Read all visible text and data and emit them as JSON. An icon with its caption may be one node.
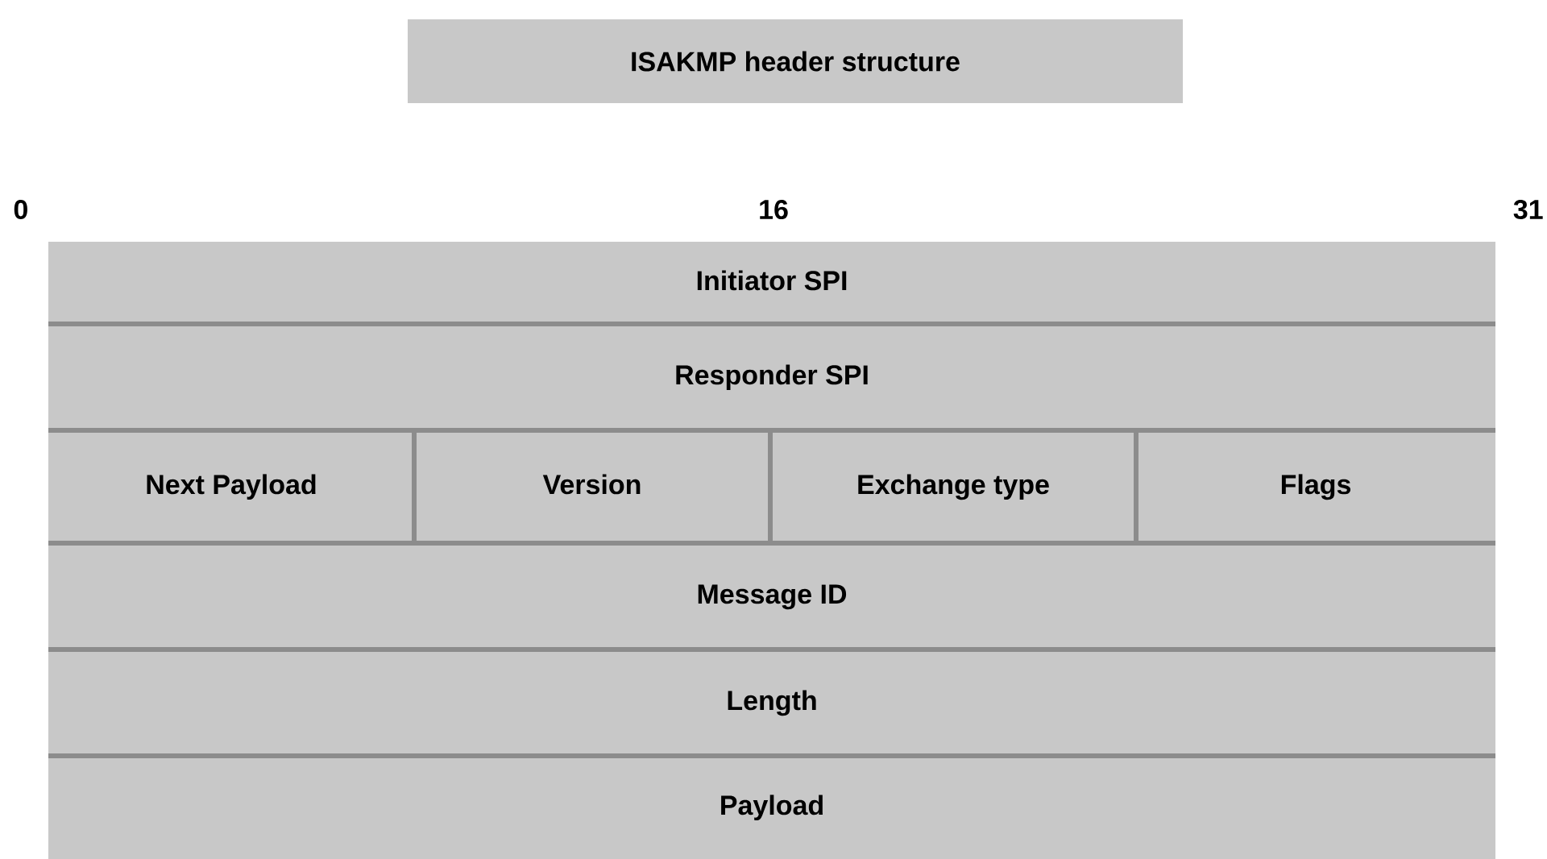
{
  "diagram": {
    "title": "ISAKMP  header structure",
    "nodes": [
      {
        "text": [
          "Initiator SPI"
        ]
      },
      {
        "text": [
          "Responder SPI"
        ]
      },
      {
        "text": [
          "Next Payload"
        ]
      },
      {
        "text": [
          "Version"
        ]
      },
      {
        "text": [
          "Exchange type"
        ]
      },
      {
        "text": [
          "Flags"
        ]
      },
      {
        "text": [
          "Message ID"
        ]
      },
      {
        "text": [
          "Length"
        ]
      },
      {
        "text": [
          "Payload"
        ]
      }
    ],
    "labels": [
      "0",
      "16",
      "31"
    ]
  }
}
